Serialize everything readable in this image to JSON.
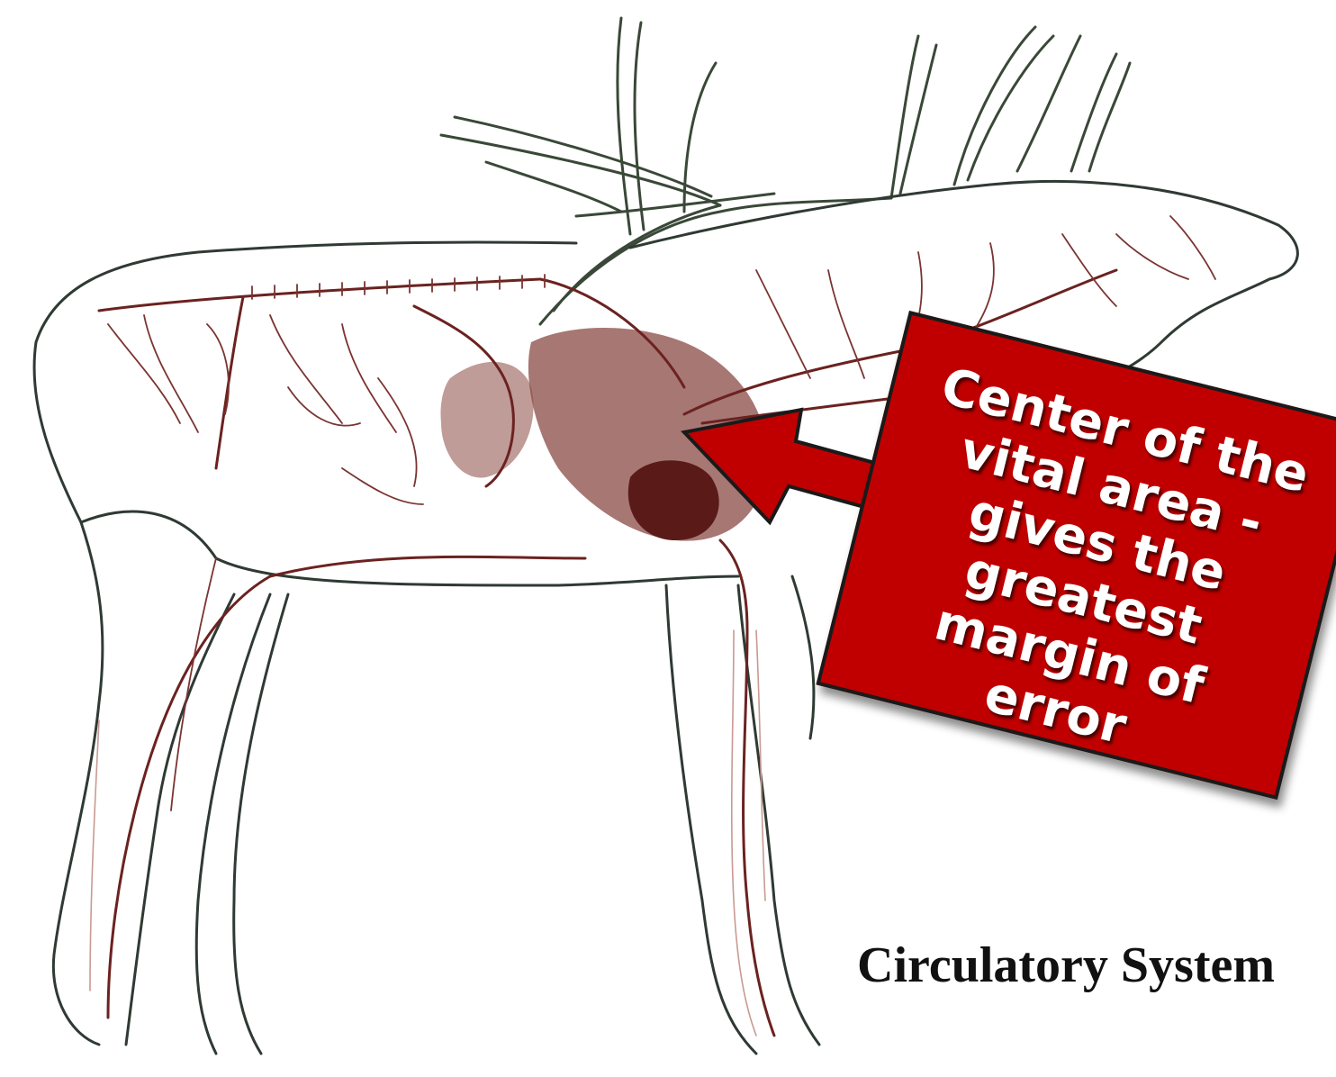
{
  "diagram": {
    "callout_text": "Center of the\nvital area -\ngives the\ngreatest\nmargin of error",
    "caption": "Circulatory System"
  },
  "colors": {
    "callout_fill": "#c00000",
    "callout_border": "#1a1a1a",
    "callout_text": "#ffffff",
    "vessel": "#6b2220",
    "heart": "#5a1b18",
    "lung": "#8a4a44",
    "outline": "#2f3a33"
  },
  "icons": {
    "pointer": "arrow-left",
    "subject": "elk-circulatory-illustration"
  }
}
